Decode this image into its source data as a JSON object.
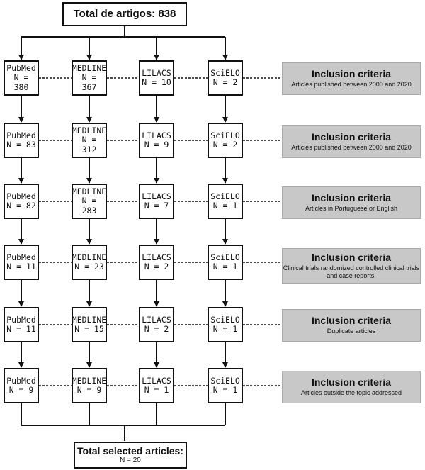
{
  "total": "Total de artigos: 838",
  "stages": [
    {
      "databases": [
        {
          "name": "PubMed",
          "n": "N = 380"
        },
        {
          "name": "MEDLINE",
          "n": "N = 367"
        },
        {
          "name": "LILACS",
          "n": "N = 10"
        },
        {
          "name": "SciELO",
          "n": "N = 2"
        }
      ],
      "criteria": {
        "title": "Inclusion criteria",
        "desc": "Articles published between 2000 and 2020"
      }
    },
    {
      "databases": [
        {
          "name": "PubMed",
          "n": "N = 83"
        },
        {
          "name": "MEDLINE",
          "n": "N = 312"
        },
        {
          "name": "LILACS",
          "n": "N = 9"
        },
        {
          "name": "SciELO",
          "n": "N = 2"
        }
      ],
      "criteria": {
        "title": "Inclusion criteria",
        "desc": "Articles published between 2000 and 2020"
      }
    },
    {
      "databases": [
        {
          "name": "PubMed",
          "n": "N = 82"
        },
        {
          "name": "MEDLINE",
          "n": "N = 283"
        },
        {
          "name": "LILACS",
          "n": "N = 7"
        },
        {
          "name": "SciELO",
          "n": "N = 1"
        }
      ],
      "criteria": {
        "title": "Inclusion criteria",
        "desc": "Articles in Portuguese or English"
      }
    },
    {
      "databases": [
        {
          "name": "PubMed",
          "n": "N = 11"
        },
        {
          "name": "MEDLINE",
          "n": "N = 23"
        },
        {
          "name": "LILACS",
          "n": "N = 2"
        },
        {
          "name": "SciELO",
          "n": "N = 1"
        }
      ],
      "criteria": {
        "title": "Inclusion criteria",
        "desc": "Clinical trials randomized controlled clinical trials and case reports."
      }
    },
    {
      "databases": [
        {
          "name": "PubMed",
          "n": "N = 11"
        },
        {
          "name": "MEDLINE",
          "n": "N = 15"
        },
        {
          "name": "LILACS",
          "n": "N = 2"
        },
        {
          "name": "SciELO",
          "n": "N = 1"
        }
      ],
      "criteria": {
        "title": "Inclusion criteria",
        "desc": "Duplicate articles"
      }
    },
    {
      "databases": [
        {
          "name": "PubMed",
          "n": "N = 9"
        },
        {
          "name": "MEDLINE",
          "n": "N = 9"
        },
        {
          "name": "LILACS",
          "n": "N = 1"
        },
        {
          "name": "SciELO",
          "n": "N = 1"
        }
      ],
      "criteria": {
        "title": "Inclusion criteria",
        "desc": "Articles outside the topic addressed"
      }
    }
  ],
  "final": {
    "title": "Total selected articles:",
    "n": "N = 20"
  },
  "colors": {
    "criteria_bg": "#c8c8c8",
    "line": "#111111"
  }
}
